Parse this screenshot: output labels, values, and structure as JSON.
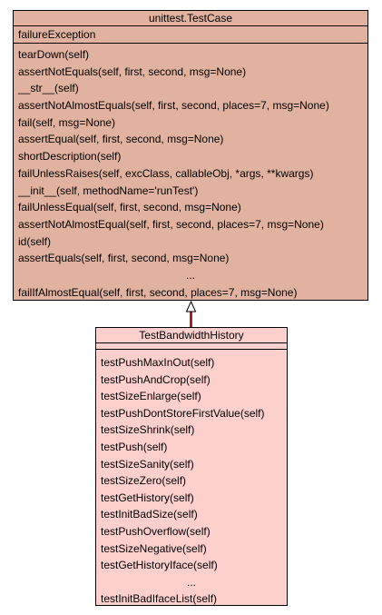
{
  "parent": {
    "name": "unittest.TestCase",
    "attributes": [
      "failureException"
    ],
    "methods": [
      "tearDown(self)",
      "assertNotEquals(self, first, second, msg=None)",
      "__str__(self)",
      "assertNotAlmostEquals(self, first, second, places=7, msg=None)",
      "fail(self, msg=None)",
      "assertEqual(self, first, second, msg=None)",
      "shortDescription(self)",
      "failUnlessRaises(self, excClass, callableObj, *args, **kwargs)",
      "__init__(self, methodName='runTest')",
      "failUnlessEqual(self, first, second, msg=None)",
      "assertNotAlmostEqual(self, first, second, places=7, msg=None)",
      "id(self)",
      "assertEquals(self, first, second, msg=None)",
      "...",
      "failIfAlmostEqual(self, first, second, places=7, msg=None)"
    ]
  },
  "child": {
    "name": "TestBandwidthHistory",
    "methods": [
      "testPushMaxInOut(self)",
      "testPushAndCrop(self)",
      "testSizeEnlarge(self)",
      "testPushDontStoreFirstValue(self)",
      "testSizeShrink(self)",
      "testPush(self)",
      "testSizeSanity(self)",
      "testSizeZero(self)",
      "testGetHistory(self)",
      "testInitBadSize(self)",
      "testPushOverflow(self)",
      "testSizeNegative(self)",
      "testGetHistoryIface(self)",
      "...",
      "testInitBadIfaceList(self)"
    ]
  },
  "colors": {
    "parent_fill": "#e2b2a0",
    "child_fill": "#fdd0cd",
    "inheritance_line": "#8b0000"
  }
}
